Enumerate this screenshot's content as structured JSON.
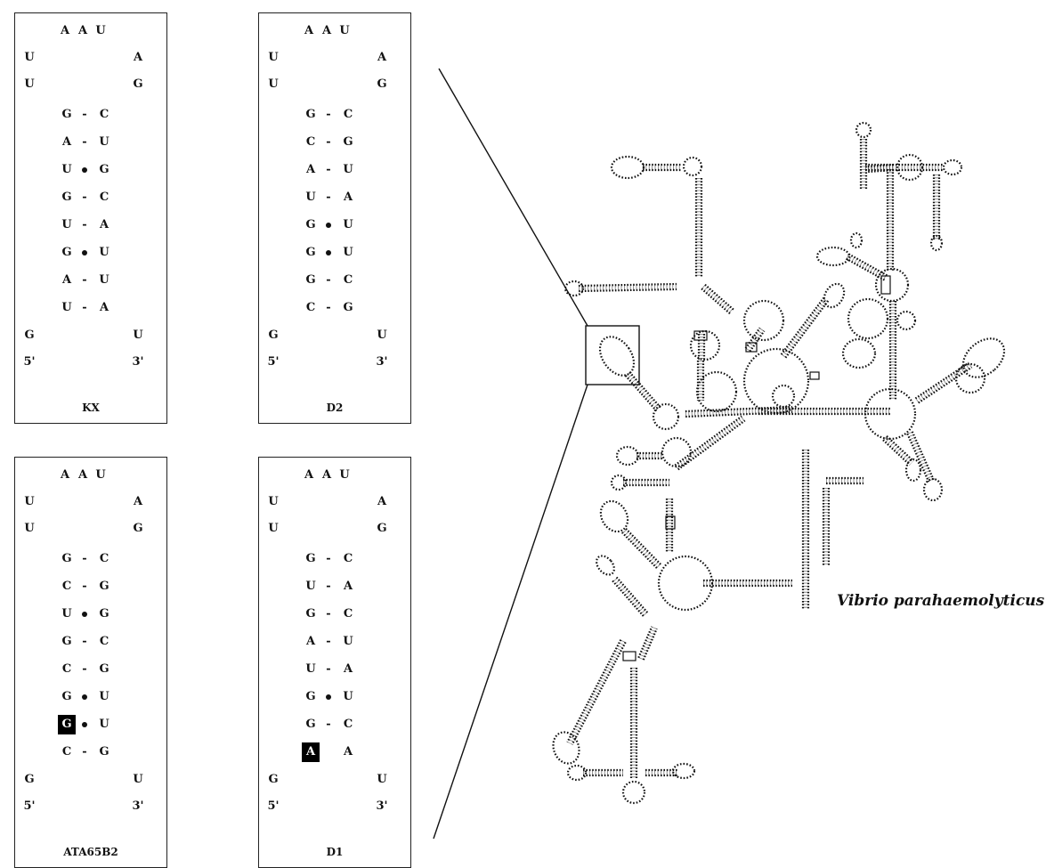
{
  "panels": [
    {
      "id": "kx",
      "label": "KX",
      "loop": [
        "A",
        "A",
        "U"
      ],
      "stem_top": [
        [
          "U",
          "A"
        ],
        [
          "U",
          "G"
        ]
      ],
      "pairs": [
        [
          "G",
          "-",
          "C"
        ],
        [
          "A",
          "-",
          "U"
        ],
        [
          "U",
          "•",
          "G"
        ],
        [
          "G",
          "-",
          "C"
        ],
        [
          "U",
          "-",
          "A"
        ],
        [
          "G",
          "•",
          "U"
        ],
        [
          "A",
          "-",
          "U"
        ],
        [
          "U",
          "-",
          "A"
        ]
      ],
      "end_nt": [
        "G",
        "U"
      ],
      "ends": [
        "5'",
        "3'"
      ],
      "highlight": null
    },
    {
      "id": "d2",
      "label": "D2",
      "loop": [
        "A",
        "A",
        "U"
      ],
      "stem_top": [
        [
          "U",
          "A"
        ],
        [
          "U",
          "G"
        ]
      ],
      "pairs": [
        [
          "G",
          "-",
          "C"
        ],
        [
          "C",
          "-",
          "G"
        ],
        [
          "A",
          "-",
          "U"
        ],
        [
          "U",
          "-",
          "A"
        ],
        [
          "G",
          "•",
          "U"
        ],
        [
          "G",
          "•",
          "U"
        ],
        [
          "G",
          "-",
          "C"
        ],
        [
          "C",
          "-",
          "G"
        ]
      ],
      "end_nt": [
        "G",
        "U"
      ],
      "ends": [
        "5'",
        "3'"
      ],
      "highlight": null
    },
    {
      "id": "ata",
      "label": "ATA65B2",
      "loop": [
        "A",
        "A",
        "U"
      ],
      "stem_top": [
        [
          "U",
          "A"
        ],
        [
          "U",
          "G"
        ]
      ],
      "pairs": [
        [
          "G",
          "-",
          "C"
        ],
        [
          "C",
          "-",
          "G"
        ],
        [
          "U",
          "•",
          "G"
        ],
        [
          "G",
          "-",
          "C"
        ],
        [
          "C",
          "-",
          "G"
        ],
        [
          "G",
          "•",
          "U"
        ],
        [
          "G",
          "•",
          "U"
        ],
        [
          "C",
          "-",
          "G"
        ]
      ],
      "end_nt": [
        "G",
        "U"
      ],
      "ends": [
        "5'",
        "3'"
      ],
      "highlight": 6
    },
    {
      "id": "d1",
      "label": "D1",
      "loop": [
        "A",
        "A",
        "U"
      ],
      "stem_top": [
        [
          "U",
          "A"
        ],
        [
          "U",
          "G"
        ]
      ],
      "pairs": [
        [
          "G",
          "-",
          "C"
        ],
        [
          "U",
          "-",
          "A"
        ],
        [
          "G",
          "-",
          "C"
        ],
        [
          "A",
          "-",
          "U"
        ],
        [
          "U",
          "-",
          "A"
        ],
        [
          "G",
          "•",
          "U"
        ],
        [
          "G",
          "-",
          "C"
        ],
        [
          "A",
          "",
          "A"
        ]
      ],
      "end_nt": [
        "G",
        "U"
      ],
      "ends": [
        "5'",
        "3'"
      ],
      "highlight": 7
    }
  ],
  "species_label": "Vibrio parahaemolyticus",
  "colors": {
    "ink": "#111111",
    "highlight_bg": "#000000",
    "highlight_fg": "#ffffff"
  }
}
